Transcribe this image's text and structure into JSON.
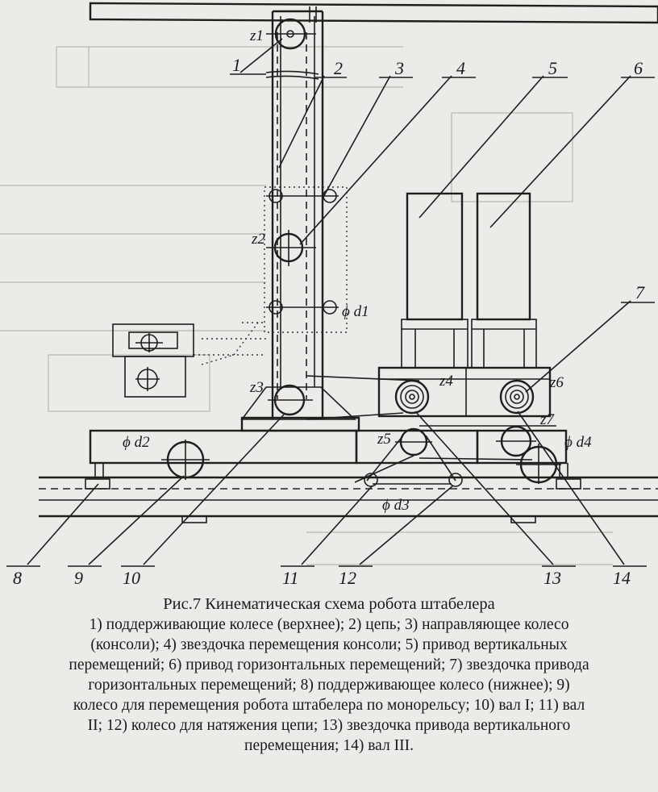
{
  "figure": {
    "caption_title": "Рис.7 Кинематическая схема робота штабелера",
    "legend_lines": [
      "1) поддерживающие колесе (верхнее); 2) цепь; 3) направляющее колесо",
      "(консоли); 4) звездочка перемещения консоли; 5) привод вертикальных",
      "перемещений; 6) привод горизонтальных перемещений; 7) звездочка привода",
      "горизонтальных перемещений; 8) поддерживающее колесо (нижнее); 9)",
      "колесо для перемещения робота штабелера по монорельсу; 10) вал I; 11) вал",
      "II; 12) колесо для натяжения цепи; 13) звездочка привода вертикального",
      "перемещения; 14) вал III."
    ]
  },
  "callouts": [
    "1",
    "2",
    "3",
    "4",
    "5",
    "6",
    "7",
    "8",
    "9",
    "10",
    "11",
    "12",
    "13",
    "14"
  ],
  "sprockets": [
    "z1",
    "z2",
    "z3",
    "z4",
    "z5",
    "z6",
    "z7"
  ],
  "diameters": [
    "ϕ d1",
    "ϕ d2",
    "ϕ d3",
    "ϕ d4"
  ]
}
